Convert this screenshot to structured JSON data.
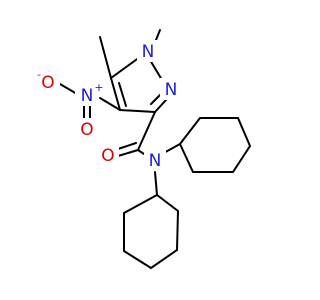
{
  "atoms": {
    "n1": {
      "label": "N",
      "color": "#1f1fd6"
    },
    "n2": {
      "label": "N",
      "color": "#1f1fd6"
    },
    "amide_n": {
      "label": "N",
      "color": "#1f1fd6"
    },
    "amide_o": {
      "label": "O",
      "color": "#e00000"
    },
    "nitro_n": {
      "label": "N",
      "charge": "+",
      "color": "#1f1fd6"
    },
    "nitro_o_minus": {
      "label": "O",
      "charge": "-",
      "color": "#e00000"
    },
    "nitro_o": {
      "label": "O",
      "color": "#e00000"
    }
  },
  "colors": {
    "bond": "#000000",
    "nitrogen": "#1f1fd6",
    "oxygen": "#e00000"
  }
}
